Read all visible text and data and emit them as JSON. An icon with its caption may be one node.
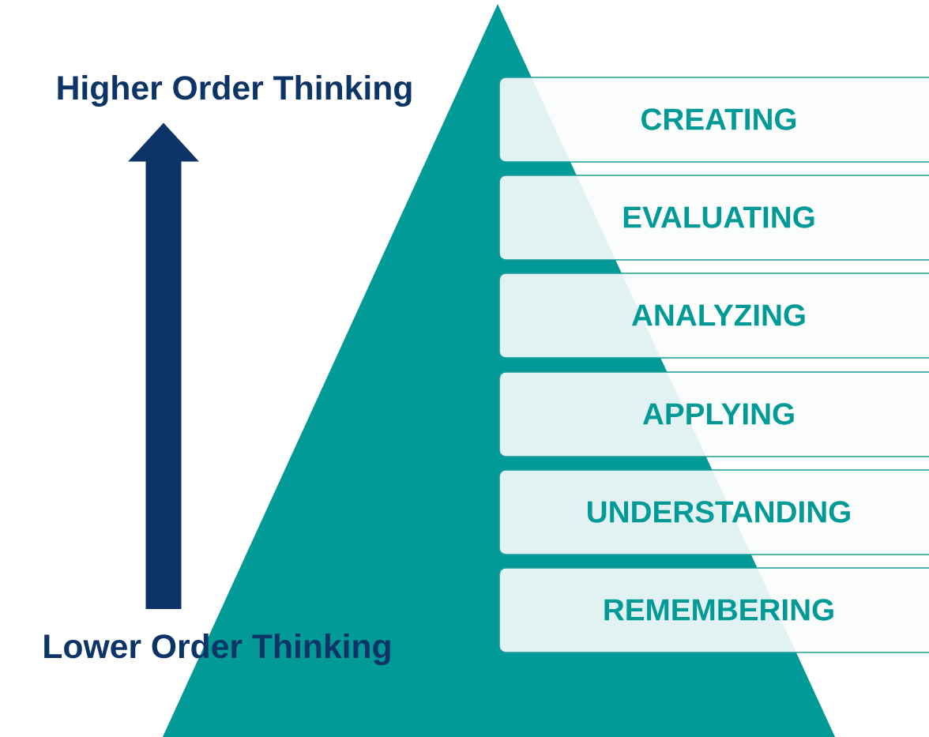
{
  "diagram": {
    "nodes": [
      {
        "text": [
          "Higher Order Thinking"
        ]
      },
      {
        "text": [
          "CREATING"
        ]
      },
      {
        "text": [
          "EVALUATING"
        ]
      },
      {
        "text": [
          "ANALYZING"
        ]
      },
      {
        "text": [
          "APPLYING"
        ]
      },
      {
        "text": [
          "UNDERSTANDING"
        ]
      },
      {
        "text": [
          "REMEMBERING"
        ]
      },
      {
        "text": [
          "Lower Order Thinking"
        ]
      }
    ],
    "edges": [
      {
        "from": 7,
        "to": 0,
        "arrow": "to"
      }
    ]
  }
}
